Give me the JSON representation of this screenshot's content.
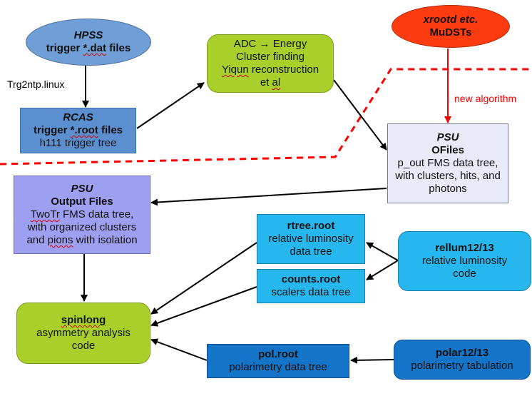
{
  "nodes": {
    "hpss": {
      "title": "HPSS",
      "line1_pre": "trigger",
      "line1_ul": "*.dat",
      "line1_post": " files",
      "color": "#6f9fd6"
    },
    "rcas": {
      "title": "RCAS",
      "line1_pre": "trigger",
      "line1_ul": "*.root",
      "line1_post": " files",
      "line2": "h111 trigger tree",
      "color": "#5b8fd0"
    },
    "adc": {
      "line1": "ADC → Energy",
      "line2": "Cluster finding",
      "line3_ul": "Yiqun",
      "line3_post": " reconstruction",
      "line4_pre": "et ",
      "line4_ul": "al",
      "color": "#a9d02a"
    },
    "xrootd": {
      "title": "xrootd etc.",
      "line1": "MuDSTs",
      "color": "#ff3b10"
    },
    "ofiles": {
      "title": "PSU",
      "subtitle": "OFiles",
      "line1": "p_out FMS data tree,",
      "line2": "with clusters, hits, and",
      "line3": "photons",
      "color": "#e8eaf8"
    },
    "output": {
      "title": "PSU",
      "subtitle": "Output Files",
      "line1_ul": "TwoTr",
      "line1_post": " FMS data tree,",
      "line2": "with organized clusters",
      "line3_pre": "and ",
      "line3_ul": "pions",
      "line3_post": " with isolation",
      "color": "#9f9ff2"
    },
    "rtree": {
      "title": "rtree.root",
      "line1": "relative luminosity",
      "line2": "data tree",
      "color": "#26b7ee"
    },
    "counts": {
      "title": "counts.root",
      "line1": "scalers data tree",
      "color": "#26b7ee"
    },
    "rellum": {
      "title": "rellum12/13",
      "line1": "relative luminosity",
      "line2": "code",
      "color": "#26b7ee"
    },
    "spinlong": {
      "title_ul": "spinlong",
      "line1": "asymmetry analysis",
      "line2": "code",
      "color": "#a9d02a"
    },
    "pol": {
      "title": "pol.root",
      "line1": "polarimetry data tree",
      "color": "#1474c8"
    },
    "polar": {
      "title": "polar12/13",
      "line1": "polarimetry tabulation",
      "color": "#1474c8"
    }
  },
  "edge_labels": {
    "trg2ntp": "Trg2ntp.linux",
    "new_algorithm": "new algorithm"
  },
  "colors": {
    "arrow": "#000000",
    "red_arrow": "#ff0000",
    "divider": "#ff0000"
  }
}
